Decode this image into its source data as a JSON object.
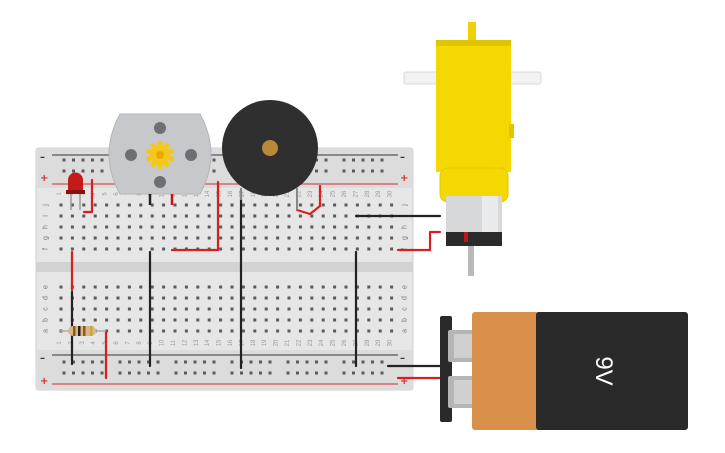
{
  "breadboard": {
    "row_letters_top": [
      "j",
      "i",
      "h",
      "g",
      "f"
    ],
    "row_letters_bottom": [
      "e",
      "d",
      "c",
      "b",
      "a"
    ],
    "rail_signs": {
      "minus": "–",
      "plus": "+"
    },
    "column_numbers": [
      "1",
      "2",
      "3",
      "4",
      "5",
      "6",
      "7",
      "8",
      "9",
      "10",
      "11",
      "12",
      "13",
      "14",
      "15",
      "16",
      "17",
      "18",
      "19",
      "20",
      "21",
      "22",
      "23",
      "24",
      "25",
      "26",
      "27",
      "28",
      "29",
      "30"
    ]
  },
  "battery": {
    "label": "9V"
  },
  "components": {
    "led": "red-led",
    "dc_motor": "dc-motor",
    "buzzer": "piezo-buzzer",
    "gear_motor": "yellow-gear-motor",
    "resistor": "resistor"
  },
  "colors": {
    "board": "#e8e8e8",
    "rail_red": "#d62b2b",
    "rail_dark": "#333333",
    "wire_red": "#d62020",
    "wire_black": "#222222",
    "motor_yellow": "#f5d800",
    "battery_orange": "#d9904a",
    "battery_black": "#2a2a2a"
  }
}
